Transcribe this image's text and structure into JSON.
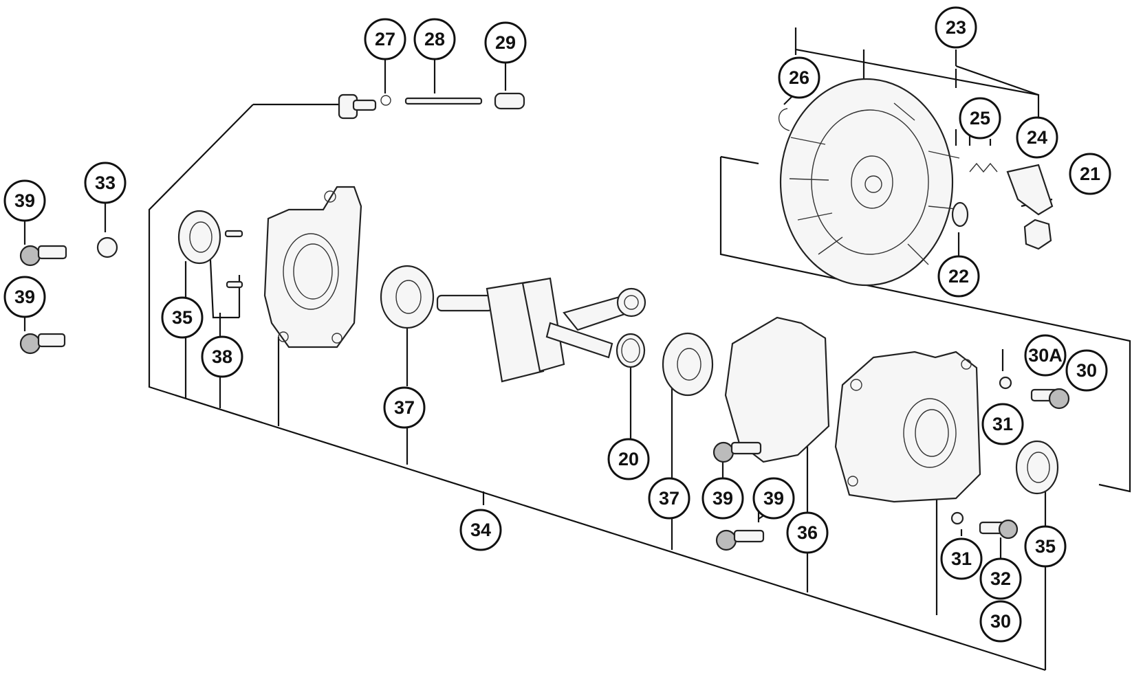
{
  "callouts": [
    {
      "id": "c27",
      "label": "27"
    },
    {
      "id": "c28",
      "label": "28"
    },
    {
      "id": "c29",
      "label": "29"
    },
    {
      "id": "c23",
      "label": "23"
    },
    {
      "id": "c26",
      "label": "26"
    },
    {
      "id": "c25",
      "label": "25"
    },
    {
      "id": "c24",
      "label": "24"
    },
    {
      "id": "c21",
      "label": "21"
    },
    {
      "id": "c22",
      "label": "22"
    },
    {
      "id": "c39a",
      "label": "39"
    },
    {
      "id": "c39b",
      "label": "39"
    },
    {
      "id": "c33",
      "label": "33"
    },
    {
      "id": "c35a",
      "label": "35"
    },
    {
      "id": "c38",
      "label": "38"
    },
    {
      "id": "c37a",
      "label": "37"
    },
    {
      "id": "c20",
      "label": "20"
    },
    {
      "id": "c37b",
      "label": "37"
    },
    {
      "id": "c39c",
      "label": "39"
    },
    {
      "id": "c39d",
      "label": "39"
    },
    {
      "id": "c36",
      "label": "36"
    },
    {
      "id": "c34",
      "label": "34"
    },
    {
      "id": "c30a",
      "label": "30A"
    },
    {
      "id": "c30",
      "label": "30"
    },
    {
      "id": "c31a",
      "label": "31"
    },
    {
      "id": "c31b",
      "label": "31"
    },
    {
      "id": "c32",
      "label": "32"
    },
    {
      "id": "c30b",
      "label": "30"
    },
    {
      "id": "c35b",
      "label": "35"
    }
  ]
}
